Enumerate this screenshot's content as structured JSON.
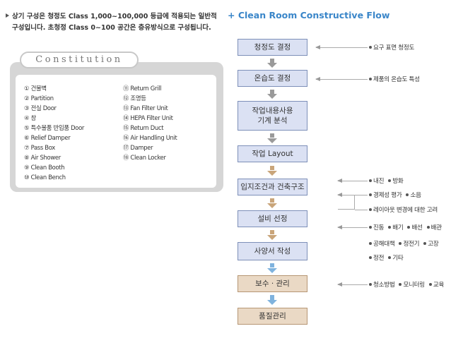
{
  "intro": {
    "line1": "상기 구성은 청정도 Class 1,000~100,000 등급에 적용되는 일반적",
    "line2": "구성입니다. 초청정 Class 0~100 공간은 층유방식으로 구성됩니다."
  },
  "flow_title": "+ Clean Room Constructive Flow",
  "constitution": {
    "label": "Constitution",
    "col1": [
      "① 건물벽",
      "② Partition",
      "③ 전실 Door",
      "④ 창",
      "⑤ 특수물품 반입품 Door",
      "⑥ Relief Damper",
      "⑦ Pass Box",
      "⑧ Air Shower",
      "⑨ Clean Booth",
      "⑩ Clean Bench"
    ],
    "col2": [
      "⑪ Return Grill",
      "⑫ 조명등",
      "⑬ Fan Filter Unit",
      "⑭ HEPA Filter Unit",
      "⑮ Return Duct",
      "⑯ Air Handling Unit",
      "⑰ Damper",
      "⑱ Clean Locker"
    ]
  },
  "flow": [
    {
      "label": "청정도 결정",
      "color": "blue"
    },
    {
      "label": "온습도 결정",
      "color": "blue"
    },
    {
      "label": "작업내용사용\n기계 분석",
      "color": "blue"
    },
    {
      "label": "작업 Layout",
      "color": "blue"
    },
    {
      "label": "입지조건과 건축구조",
      "color": "blue"
    },
    {
      "label": "설비 선정",
      "color": "blue"
    },
    {
      "label": "사양서 작성",
      "color": "blue"
    },
    {
      "label": "보수 · 관리",
      "color": "tan"
    },
    {
      "label": "품질관리",
      "color": "tan"
    }
  ],
  "notes": {
    "n1": [
      "요구 표면 청정도"
    ],
    "n2": [
      "제품의 온습도 특성"
    ],
    "n3a": [
      "내진",
      "방화"
    ],
    "n3b": [
      "경제성 평가",
      "소음"
    ],
    "n3c": [
      "레이아웃 변경에 대한 고려"
    ],
    "n4a": [
      "진동",
      "배기",
      "배선",
      "배관"
    ],
    "n4b": [
      "공해대책",
      "정전기",
      "고장"
    ],
    "n4c": [
      "정전",
      "기타"
    ],
    "n5": [
      "청소방법",
      "모니터링",
      "교육"
    ]
  },
  "colors": {
    "accent": "#3a86c9",
    "box_blue": "#dbe1f3",
    "box_tan": "#ead9c5",
    "arrow_gray": "#9a9a9a",
    "arrow_tan": "#c9a57a",
    "arrow_blue": "#7fb3de"
  }
}
